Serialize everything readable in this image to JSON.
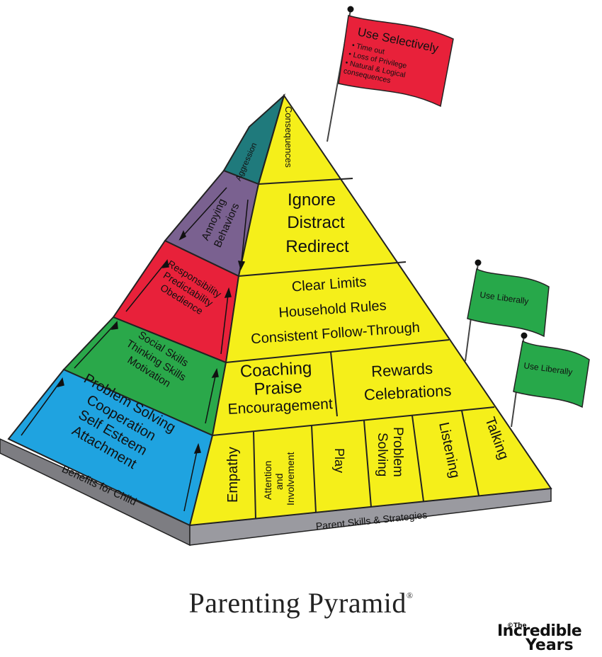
{
  "flags": {
    "top": {
      "title": "Use Selectively",
      "items": [
        "• Time out",
        "• Loss of Privilege",
        "• Natural & Logical",
        "consequences"
      ],
      "color": "#e8213a"
    },
    "mid": {
      "label": "Use Liberally",
      "color": "#27a84a"
    },
    "low": {
      "label": "Use Liberally",
      "color": "#27a84a"
    }
  },
  "left_face": {
    "tiers": [
      {
        "lines": [
          "Aggression"
        ],
        "color": "#1f7a7c"
      },
      {
        "lines": [
          "Annoying",
          "Behaviors"
        ],
        "color": "#7a6190"
      },
      {
        "lines": [
          "Responsibility",
          "Predictability",
          "Obedience"
        ],
        "color": "#e8213a"
      },
      {
        "lines": [
          "Social Skills",
          "Thinking Skills",
          "Motivation"
        ],
        "color": "#2aa84a"
      },
      {
        "lines": [
          "Problem Solving",
          "Cooperation",
          "Self Esteem",
          "Attachment"
        ],
        "color": "#1fa3e0"
      }
    ],
    "base_label": "Benefits for Child"
  },
  "right_face": {
    "color": "#f5ef1a",
    "apex": "Consequences",
    "tier2": [
      "Ignore",
      "Distract",
      "Redirect"
    ],
    "tier3": [
      "Clear Limits",
      "Household Rules",
      "Consistent Follow-Through"
    ],
    "tier4_left": [
      "Coaching",
      "Praise",
      "Encouragement"
    ],
    "tier4_right": [
      "Rewards",
      "Celebrations"
    ],
    "base_cells": [
      [
        "Empathy"
      ],
      [
        "Attention",
        "and",
        "Involvement"
      ],
      [
        "Play"
      ],
      [
        "Problem",
        "Solving"
      ],
      [
        "Listening"
      ],
      [
        "Talking"
      ]
    ],
    "base_label": "Parent Skills & Strategies"
  },
  "title": "Parenting Pyramid",
  "title_mark": "®",
  "logo": {
    "the": "©The",
    "line1": "Incredible",
    "line2": "Years"
  }
}
